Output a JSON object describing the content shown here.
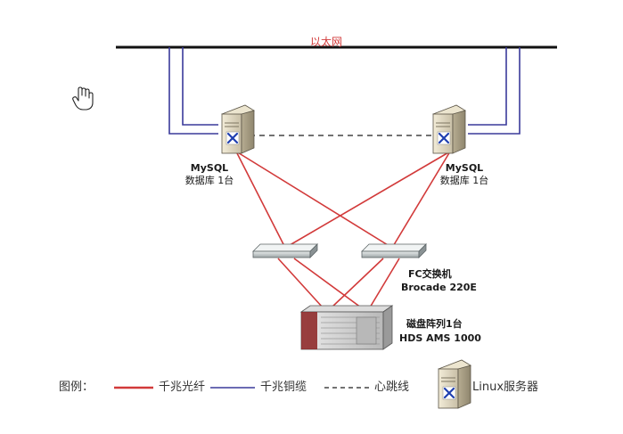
{
  "network": {
    "label": "以太网"
  },
  "servers": [
    {
      "name": "MySQL",
      "role": "数据库 1台"
    },
    {
      "name": "MySQL",
      "role": "数据库 1台"
    }
  ],
  "switch": {
    "line1": "FC交换机",
    "line2": "Brocade 220E"
  },
  "storage": {
    "line1": "磁盘阵列1台",
    "line2": "HDS AMS 1000"
  },
  "legend": {
    "title": "图例：",
    "items": [
      {
        "label": "千兆光纤",
        "color": "#d23a3a",
        "style": "solid"
      },
      {
        "label": "千兆铜缆",
        "color": "#3a3a9a",
        "style": "solid"
      },
      {
        "label": "心跳线",
        "color": "#444444",
        "style": "dashed"
      },
      {
        "label": "Linux服务器",
        "icon": "linux-server-icon"
      }
    ]
  },
  "colors": {
    "fiber": "#d23a3a",
    "copper": "#3a3a9a",
    "heartbeat": "#444444",
    "bus": "#111111"
  }
}
